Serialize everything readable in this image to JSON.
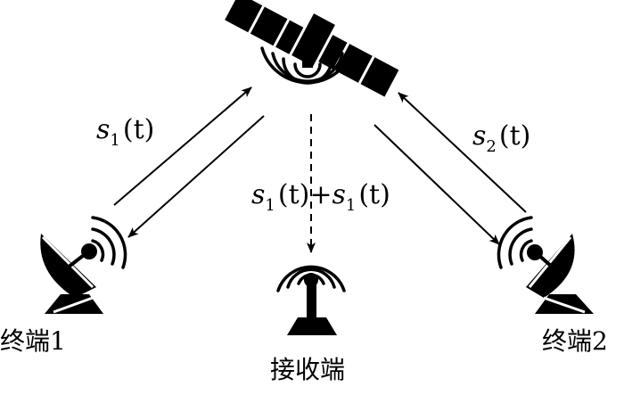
{
  "nodes": {
    "satellite": {
      "icon": "satellite-icon"
    },
    "terminal1": {
      "icon": "satellite-dish-icon",
      "label": "终端1"
    },
    "terminal2": {
      "icon": "satellite-dish-icon",
      "label": "终端2"
    },
    "receiver": {
      "icon": "antenna-tower-icon",
      "label": "接收端"
    }
  },
  "signals": {
    "s1": {
      "var": "s",
      "sub": "1",
      "arg": "(t)"
    },
    "s2": {
      "var": "s",
      "sub": "2",
      "arg": "(t)"
    },
    "sum": {
      "left": {
        "var": "s",
        "sub": "1",
        "arg": "(t)"
      },
      "op": "+",
      "right": {
        "var": "s",
        "sub": "1",
        "arg": "(t)"
      }
    }
  }
}
